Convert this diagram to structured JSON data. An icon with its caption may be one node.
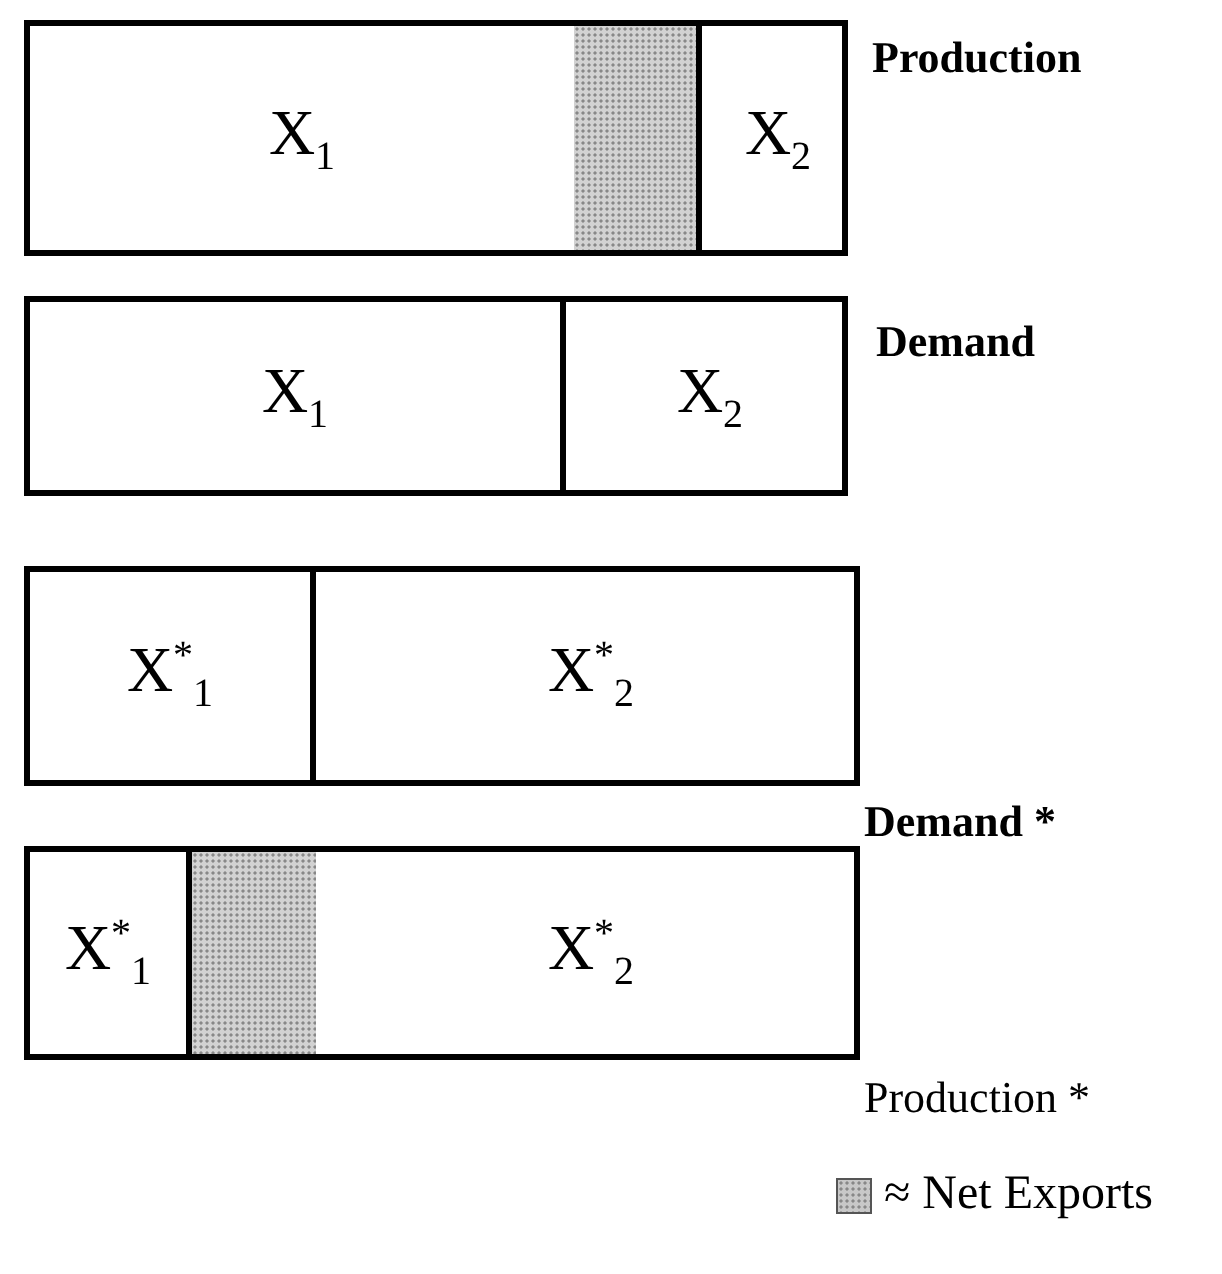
{
  "diagram": {
    "nodes": [
      {
        "text": [],
        "shape": "bar",
        "beside": [
          "Production"
        ]
      },
      {
        "text": [
          "X$_{1}$"
        ],
        "in": 0
      },
      {
        "text": [],
        "shape": "box",
        "in": 0
      },
      {
        "text": [
          "X$_{2}$"
        ],
        "in": 0
      },
      {
        "text": [],
        "shape": "bar",
        "beside": [
          "Demand"
        ]
      },
      {
        "text": [
          "X$_{1}$"
        ],
        "in": 4
      },
      {
        "text": [
          "X$_{2}$"
        ],
        "in": 4
      },
      {
        "text": [],
        "shape": "bar",
        "beside": [
          "Demand *"
        ]
      },
      {
        "text": [
          "X$^{*}$$_{1}$"
        ],
        "in": 7
      },
      {
        "text": [
          "X$^{*}$$_{2}$"
        ],
        "in": 7
      },
      {
        "text": [],
        "shape": "bar",
        "beside": [
          "Production *"
        ]
      },
      {
        "text": [
          "X$^{*}$$_{1}$"
        ],
        "in": 10
      },
      {
        "text": [],
        "shape": "box",
        "in": 10
      },
      {
        "text": [
          "X$^{*}$$_{2}$"
        ],
        "in": 10
      }
    ],
    "legend": [
      {
        "text": "≈ Net Exports",
        "color": "#c8c8c8"
      }
    ]
  }
}
